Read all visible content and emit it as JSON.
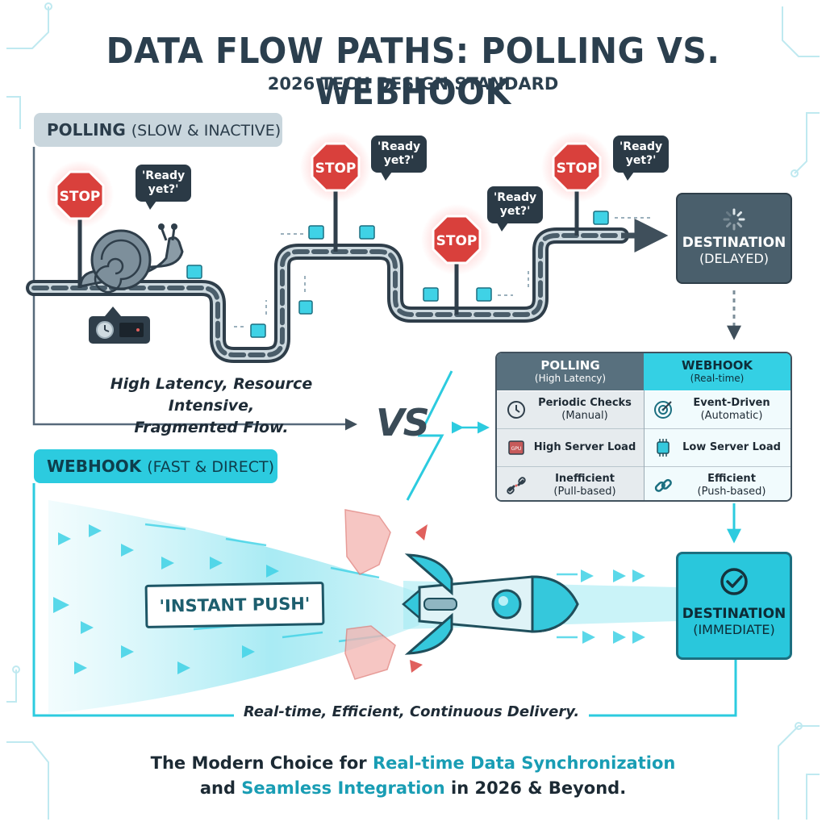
{
  "header": {
    "title": "DATA FLOW PATHS: POLLING VS. WEBHOOK",
    "subtitle": "2026 TECH DESIGN STANDARD"
  },
  "polling_section": {
    "tab_label": "POLLING",
    "tab_sub": "(SLOW & INACTIVE)",
    "caption_line1": "High Latency, Resource Intensive,",
    "caption_line2": "Fragmented Flow.",
    "stop_label": "STOP",
    "bubbles": [
      {
        "line1": "'Ready",
        "line2": "yet?'"
      },
      {
        "line1": "'Ready",
        "line2": "yet?'"
      },
      {
        "line1": "'Ready",
        "line2": "yet?'"
      },
      {
        "line1": "'Ready",
        "line2": "yet?'"
      }
    ],
    "destination": {
      "line1": "DESTINATION",
      "line2": "(DELAYED)"
    }
  },
  "vs_label": "VS",
  "comparison": {
    "left_header": {
      "title": "POLLING",
      "sub": "(High Latency)"
    },
    "right_header": {
      "title": "WEBHOOK",
      "sub": "(Real-time)"
    },
    "rows": [
      {
        "left": {
          "line1": "Periodic Checks",
          "line2": "(Manual)",
          "icon": "clock-icon"
        },
        "right": {
          "line1": "Event-Driven",
          "line2": "(Automatic)",
          "icon": "target-icon"
        }
      },
      {
        "left": {
          "line1": "High Server Load",
          "line2": "",
          "icon": "gpu-chip-icon",
          "icon_text": "GPU"
        },
        "right": {
          "line1": "Low Server Load",
          "line2": "",
          "icon": "cpu-chip-icon"
        }
      },
      {
        "left": {
          "line1": "Inefficient",
          "line2": "(Pull-based)",
          "icon": "broken-link-icon"
        },
        "right": {
          "line1": "Efficient",
          "line2": "(Push-based)",
          "icon": "link-icon"
        }
      }
    ]
  },
  "webhook_section": {
    "tab_label": "WEBHOOK",
    "tab_sub": "(FAST & DIRECT)",
    "banner": "'INSTANT PUSH'",
    "caption": "Real-time, Efficient, Continuous Delivery.",
    "destination": {
      "line1": "DESTINATION",
      "line2": "(IMMEDIATE)"
    }
  },
  "footer": {
    "line1_a": "The Modern Choice for ",
    "line1_b": "Real-time Data Synchronization",
    "line2_a": "and ",
    "line2_b": "Seamless Integration",
    "line2_c": " in 2026 & Beyond."
  },
  "colors": {
    "accent": "#2ccbdf",
    "dark": "#2b3f4e",
    "stop_red": "#d9403c",
    "polling_gray": "#c9d6dd"
  }
}
